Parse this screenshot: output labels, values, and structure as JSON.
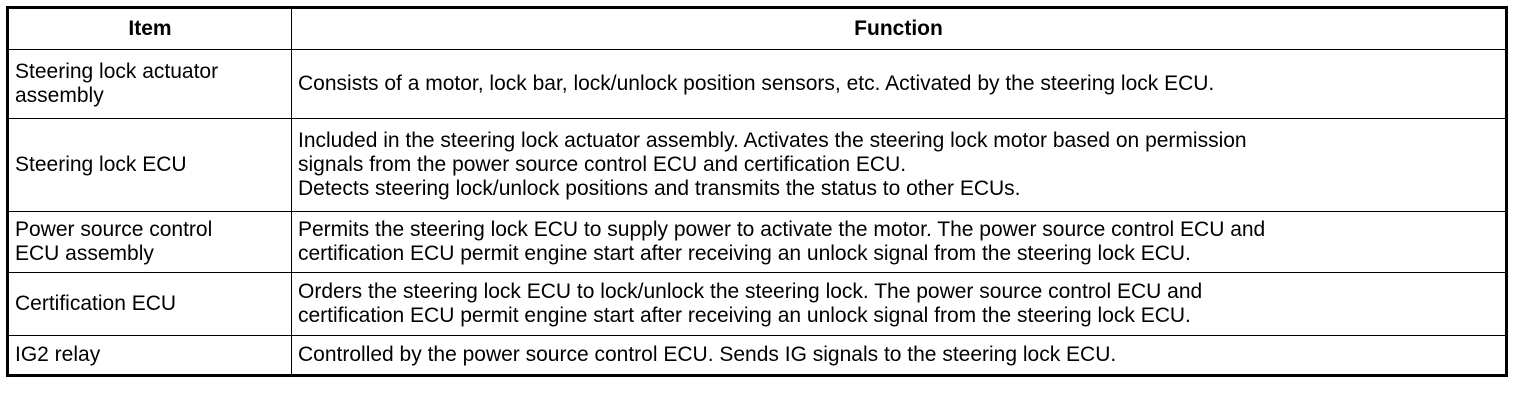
{
  "table": {
    "headers": {
      "item": "Item",
      "function": "Function"
    },
    "rows": [
      {
        "item": [
          "Steering lock actuator",
          "assembly"
        ],
        "function": [
          "Consists of a motor, lock bar, lock/unlock position sensors, etc. Activated by the steering lock ECU."
        ]
      },
      {
        "item": [
          "Steering lock ECU"
        ],
        "function": [
          "Included in the steering lock actuator assembly. Activates the steering lock motor based on permission",
          "signals from the power source control ECU and certification ECU.",
          "Detects steering lock/unlock positions and transmits the status to other ECUs."
        ]
      },
      {
        "item": [
          "Power source control",
          "ECU assembly"
        ],
        "function": [
          "Permits the steering lock ECU to supply power to activate the motor. The power source control ECU and",
          "certification ECU permit engine start after receiving an unlock signal from the steering lock ECU."
        ]
      },
      {
        "item": [
          "Certification ECU"
        ],
        "function": [
          "Orders the steering lock ECU to lock/unlock the steering lock. The power source control ECU and",
          "certification ECU permit engine start after receiving an unlock signal from the steering lock ECU."
        ]
      },
      {
        "item": [
          "IG2 relay"
        ],
        "function": [
          "Controlled by the power source control ECU. Sends IG signals to the steering lock ECU."
        ]
      }
    ]
  }
}
